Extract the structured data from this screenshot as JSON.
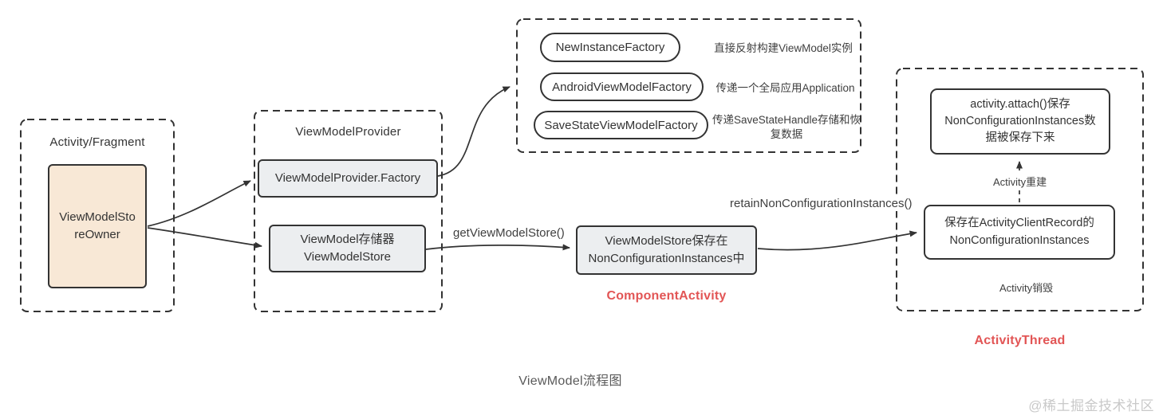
{
  "title": "ViewModel流程图",
  "watermark": "@稀土掘金技术社区",
  "colors": {
    "border_dark": "#333333",
    "box_gray": "#eceef0",
    "box_peach": "#f8e8d6",
    "accent_red": "#e25555",
    "title_gray": "#595959",
    "watermark_gray": "#c9c9c9"
  },
  "left_group": {
    "label": "Activity/Fragment",
    "owner_box": {
      "line1": "ViewModelSto",
      "line2": "reOwner"
    }
  },
  "provider_group": {
    "label": "ViewModelProvider",
    "factory_box": "ViewModelProvider.Factory",
    "store_box": {
      "line1": "ViewModel存储器",
      "line2": "ViewModelStore"
    }
  },
  "factories_group": {
    "items": [
      {
        "name": "NewInstanceFactory",
        "desc": "直接反射构建ViewModel实例"
      },
      {
        "name": "AndroidViewModelFactory",
        "desc": "传递一个全局应用Application"
      },
      {
        "name": "SaveStateViewModelFactory",
        "desc": "传递SaveStateHandle存储和恢复数据"
      }
    ]
  },
  "component_activity": {
    "box": {
      "line1": "ViewModelStore保存在",
      "line2": "NonConfigurationInstances中"
    },
    "label": "ComponentActivity"
  },
  "activity_thread": {
    "attach_box": {
      "line1": "activity.attach()保存",
      "line2": "NonConfigurationInstances数",
      "line3": "据被保存下来"
    },
    "record_box": {
      "line1": "保存在ActivityClientRecord的",
      "line2": "NonConfigurationInstances"
    },
    "rebuild_label": "Activity重建",
    "destroy_label": "Activity销毁",
    "label": "ActivityThread"
  },
  "edge_labels": {
    "get_view_model_store": "getViewModelStore()",
    "retain_non_configuration_instances": "retainNonConfigurationInstances()"
  }
}
